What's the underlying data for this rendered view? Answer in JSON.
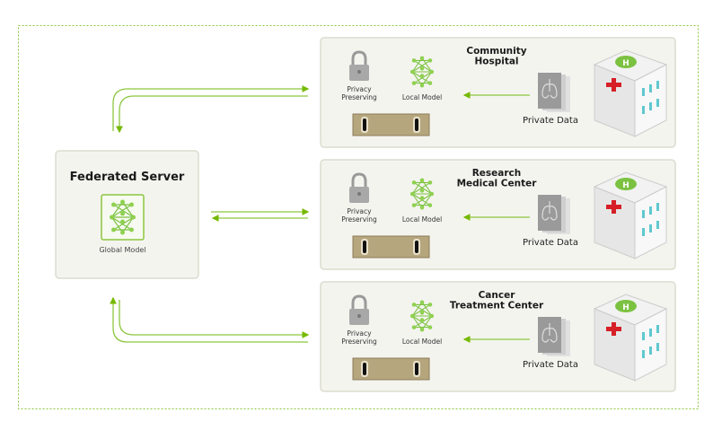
{
  "colors": {
    "accent": "#76b900",
    "panel": "#f4f4ef",
    "panel_border": "#dcdccf"
  },
  "server": {
    "title": "Federated Server",
    "model_label": "Global Model",
    "icon": "neural-network-icon"
  },
  "nodes": [
    {
      "title_lines": [
        "Community",
        "Hospital"
      ],
      "privacy_lines": [
        "Privacy",
        "Preserving"
      ],
      "model_label": "Local Model",
      "data_label": "Private Data",
      "icons": [
        "lock-icon",
        "neural-network-icon",
        "gpu-server-icon",
        "lung-scan-icon",
        "hospital-building-icon"
      ]
    },
    {
      "title_lines": [
        "Research",
        "Medical Center"
      ],
      "privacy_lines": [
        "Privacy",
        "Preserving"
      ],
      "model_label": "Local Model",
      "data_label": "Private Data",
      "icons": [
        "lock-icon",
        "neural-network-icon",
        "gpu-server-icon",
        "lung-scan-icon",
        "hospital-building-icon"
      ]
    },
    {
      "title_lines": [
        "Cancer",
        "Treatment Center"
      ],
      "privacy_lines": [
        "Privacy",
        "Preserving"
      ],
      "model_label": "Local Model",
      "data_label": "Private Data",
      "icons": [
        "lock-icon",
        "neural-network-icon",
        "gpu-server-icon",
        "lung-scan-icon",
        "hospital-building-icon"
      ]
    }
  ]
}
